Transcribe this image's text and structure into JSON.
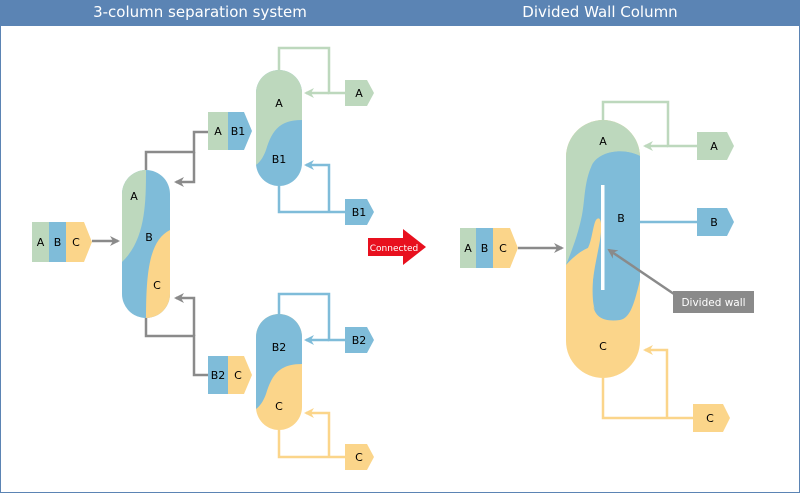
{
  "titles": {
    "left": "3-column separation system",
    "right": "Divided Wall Column"
  },
  "colors": {
    "header": "#5b84b4",
    "A": "#bdd8bd",
    "B": "#7fbcd9",
    "C": "#fbd58a",
    "gray": "#8a8a8a",
    "arrow_red": "#e8101e",
    "label_box": "#8a8a8a"
  },
  "left_system": {
    "feed": {
      "labels": [
        "A",
        "B",
        "C"
      ]
    },
    "column1": {
      "zones": [
        "A",
        "B",
        "C"
      ]
    },
    "stream_top": {
      "labels": [
        "A",
        "B1"
      ]
    },
    "stream_bottom": {
      "labels": [
        "B2",
        "C"
      ]
    },
    "column2": {
      "zones": [
        "A",
        "B1"
      ],
      "products": [
        "A",
        "B1"
      ]
    },
    "column3": {
      "zones": [
        "B2",
        "C"
      ],
      "products": [
        "B2",
        "C"
      ]
    }
  },
  "connector": {
    "label": "Connected"
  },
  "right_system": {
    "feed": {
      "labels": [
        "A",
        "B",
        "C"
      ]
    },
    "column": {
      "zones": [
        "A",
        "B",
        "C"
      ]
    },
    "products": [
      "A",
      "B",
      "C"
    ],
    "callout": "Divided wall"
  }
}
